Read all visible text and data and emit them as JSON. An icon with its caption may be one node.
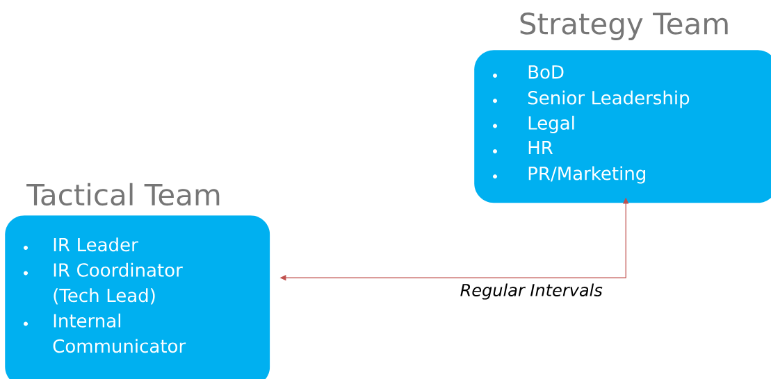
{
  "diagram": {
    "nodes": [
      {
        "text": [
          "Strategy Team",
          "BoD",
          "Senior Leadership",
          "Legal",
          "HR",
          "PR/Marketing"
        ]
      },
      {
        "text": [
          "Tactical Team",
          "IR Leader",
          "IR Coordinator (Tech Lead)",
          "Internal Communicator"
        ]
      }
    ],
    "edges": [
      {
        "from": 1,
        "to": 0,
        "arrow": "both",
        "label": "Regular Intervals",
        "color": "#c0504d"
      }
    ]
  }
}
